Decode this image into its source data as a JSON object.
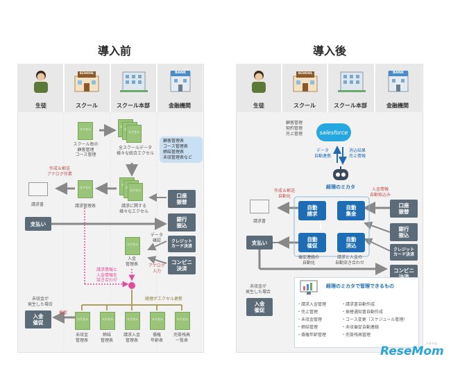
{
  "left": {
    "title": "導入前",
    "actors": [
      "生徒",
      "スクール",
      "スクール本部",
      "金融機関"
    ],
    "boxes": {
      "account": "口座\n振替",
      "bank": "銀行\n振込",
      "credit": "クレジット\nカード決済",
      "conbini": "コンビニ\n決済",
      "pay": "支払い",
      "nyukin": "入金\n催促"
    },
    "texts": {
      "school_excel": "スクール毎の\n顧客管理\nコース管理",
      "all_excel": "全スクールデータ\n様々な統合エクセル",
      "bubble": "顧客管理表\nコース管理表\n締結管理表\n未収管理表など",
      "create_send": "作成＆郵送\nアナログ作業",
      "invoice": "請求書",
      "invoice_mgmt": "請求管理表",
      "invoice_excel": "請求に関する\n様々なエクセル",
      "data_confirm": "データ\n確認",
      "analog_input": "アナログ\n入力",
      "nyukin_table": "入金\n管理表",
      "match": "請求情報と\n入金情報を\n突き合わせ",
      "excel_update": "経理がエクセル更新",
      "overdue": "未収金が\n発生した場合",
      "saisoku": "催促"
    },
    "excel_label": "エクセル",
    "bottom_files": [
      "未収金\n管理表",
      "締結\n管理表",
      "請求入金\n管理表",
      "債権\n年齢表",
      "売掛残高\n一覧表"
    ]
  },
  "right": {
    "title": "導入後",
    "actors": [
      "生徒",
      "スクール",
      "スクール本部",
      "金融機関"
    ],
    "salesforce": "salesforce",
    "sf_items": "顧客管理\n契約管理\n売上管理",
    "data_link": "データ\n自動連携",
    "result_link": "消込結果\n売上情報",
    "mikata": "経理のミカタ",
    "create_send_auto": "作成＆郵送\n自動化",
    "nyukin_info": "入金情報\n自動取込み",
    "auto": {
      "invoice": "自動\n請求",
      "collect": "自動\n集金",
      "remind": "自動\n催促",
      "reconcile": "自動\n消込"
    },
    "remind_auto": "催促連絡の\n自動化",
    "match_auto": "請求と入金の\n自動突き合わせ",
    "invoice": "請求書",
    "overdue": "未収金が\n発生した場合",
    "features_title": "経理のミカタで管理できるもの",
    "features_col1": [
      "・請求入金管理",
      "・売上管理",
      "・未収金管理",
      "・締結管理",
      "・債権年齢管理"
    ],
    "features_col2": [
      "・請求書自動作成",
      "・振替通知書自動作成",
      "・コース変更（スケジュール管理）",
      "・未収催促自動連絡",
      "・売掛残高管理"
    ]
  },
  "watermark": "ReseMom",
  "watermark_kana": "リセマム",
  "bank_sign": "BANK",
  "school_sign": "SCHOOL",
  "colors": {
    "gray_box": "#5c6b78",
    "blue_box": "#1e6db4",
    "excel": "#9bc47b",
    "pink": "#e04d9b",
    "salesforce": "#27a7e0"
  }
}
